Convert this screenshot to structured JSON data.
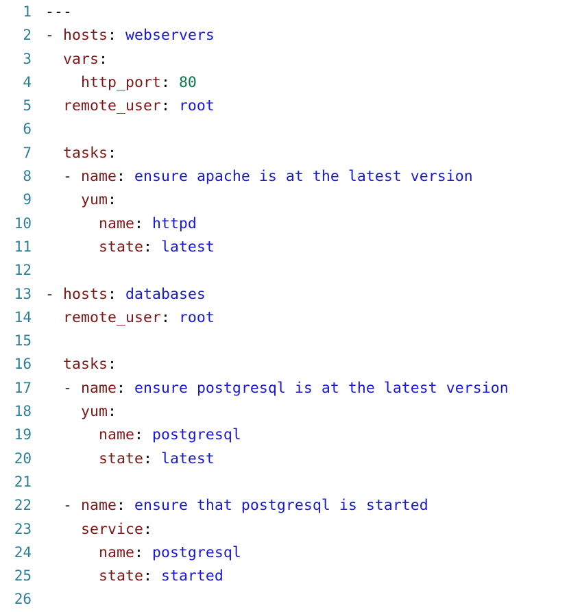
{
  "editor": {
    "language": "yaml",
    "background_color": "#ffffff",
    "gutter_color": "#2d7f94",
    "total_lines": 26
  },
  "colors": {
    "key": "#7f1717",
    "string": "#1818d8",
    "number": "#0a7a4a",
    "punctuation": "#000000",
    "line_number": "#2d7f94",
    "background": "#ffffff"
  },
  "lines": [
    {
      "n": "1",
      "indent": "",
      "tokens": [
        {
          "t": "---",
          "c": "tok-punct"
        }
      ]
    },
    {
      "n": "2",
      "indent": "",
      "tokens": [
        {
          "t": "- ",
          "c": "tok-dash"
        },
        {
          "t": "hosts",
          "c": "tok-key"
        },
        {
          "t": ": ",
          "c": "tok-punct"
        },
        {
          "t": "webservers",
          "c": "tok-string"
        }
      ]
    },
    {
      "n": "3",
      "indent": "  ",
      "tokens": [
        {
          "t": "vars",
          "c": "tok-key"
        },
        {
          "t": ":",
          "c": "tok-punct"
        }
      ]
    },
    {
      "n": "4",
      "indent": "    ",
      "tokens": [
        {
          "t": "http_port",
          "c": "tok-key"
        },
        {
          "t": ": ",
          "c": "tok-punct"
        },
        {
          "t": "80",
          "c": "tok-number"
        }
      ]
    },
    {
      "n": "5",
      "indent": "  ",
      "tokens": [
        {
          "t": "remote_user",
          "c": "tok-key"
        },
        {
          "t": ": ",
          "c": "tok-punct"
        },
        {
          "t": "root",
          "c": "tok-string"
        }
      ]
    },
    {
      "n": "6",
      "indent": "",
      "tokens": []
    },
    {
      "n": "7",
      "indent": "  ",
      "tokens": [
        {
          "t": "tasks",
          "c": "tok-key"
        },
        {
          "t": ":",
          "c": "tok-punct"
        }
      ]
    },
    {
      "n": "8",
      "indent": "  ",
      "tokens": [
        {
          "t": "- ",
          "c": "tok-dash"
        },
        {
          "t": "name",
          "c": "tok-key"
        },
        {
          "t": ": ",
          "c": "tok-punct"
        },
        {
          "t": "ensure apache is at the latest version",
          "c": "tok-string"
        }
      ]
    },
    {
      "n": "9",
      "indent": "    ",
      "tokens": [
        {
          "t": "yum",
          "c": "tok-key"
        },
        {
          "t": ":",
          "c": "tok-punct"
        }
      ]
    },
    {
      "n": "10",
      "indent": "      ",
      "tokens": [
        {
          "t": "name",
          "c": "tok-key"
        },
        {
          "t": ": ",
          "c": "tok-punct"
        },
        {
          "t": "httpd",
          "c": "tok-string"
        }
      ]
    },
    {
      "n": "11",
      "indent": "      ",
      "tokens": [
        {
          "t": "state",
          "c": "tok-key"
        },
        {
          "t": ": ",
          "c": "tok-punct"
        },
        {
          "t": "latest",
          "c": "tok-string"
        }
      ]
    },
    {
      "n": "12",
      "indent": "",
      "tokens": []
    },
    {
      "n": "13",
      "indent": "",
      "tokens": [
        {
          "t": "- ",
          "c": "tok-dash"
        },
        {
          "t": "hosts",
          "c": "tok-key"
        },
        {
          "t": ": ",
          "c": "tok-punct"
        },
        {
          "t": "databases",
          "c": "tok-string"
        }
      ]
    },
    {
      "n": "14",
      "indent": "  ",
      "tokens": [
        {
          "t": "remote_user",
          "c": "tok-key"
        },
        {
          "t": ": ",
          "c": "tok-punct"
        },
        {
          "t": "root",
          "c": "tok-string"
        }
      ]
    },
    {
      "n": "15",
      "indent": "",
      "tokens": []
    },
    {
      "n": "16",
      "indent": "  ",
      "tokens": [
        {
          "t": "tasks",
          "c": "tok-key"
        },
        {
          "t": ":",
          "c": "tok-punct"
        }
      ]
    },
    {
      "n": "17",
      "indent": "  ",
      "tokens": [
        {
          "t": "- ",
          "c": "tok-dash"
        },
        {
          "t": "name",
          "c": "tok-key"
        },
        {
          "t": ": ",
          "c": "tok-punct"
        },
        {
          "t": "ensure postgresql is at the latest version",
          "c": "tok-string"
        }
      ]
    },
    {
      "n": "18",
      "indent": "    ",
      "tokens": [
        {
          "t": "yum",
          "c": "tok-key"
        },
        {
          "t": ":",
          "c": "tok-punct"
        }
      ]
    },
    {
      "n": "19",
      "indent": "      ",
      "tokens": [
        {
          "t": "name",
          "c": "tok-key"
        },
        {
          "t": ": ",
          "c": "tok-punct"
        },
        {
          "t": "postgresql",
          "c": "tok-string"
        }
      ]
    },
    {
      "n": "20",
      "indent": "      ",
      "tokens": [
        {
          "t": "state",
          "c": "tok-key"
        },
        {
          "t": ": ",
          "c": "tok-punct"
        },
        {
          "t": "latest",
          "c": "tok-string"
        }
      ]
    },
    {
      "n": "21",
      "indent": "",
      "tokens": []
    },
    {
      "n": "22",
      "indent": "  ",
      "tokens": [
        {
          "t": "- ",
          "c": "tok-dash"
        },
        {
          "t": "name",
          "c": "tok-key"
        },
        {
          "t": ": ",
          "c": "tok-punct"
        },
        {
          "t": "ensure that postgresql is started",
          "c": "tok-string"
        }
      ]
    },
    {
      "n": "23",
      "indent": "    ",
      "tokens": [
        {
          "t": "service",
          "c": "tok-key"
        },
        {
          "t": ":",
          "c": "tok-punct"
        }
      ]
    },
    {
      "n": "24",
      "indent": "      ",
      "tokens": [
        {
          "t": "name",
          "c": "tok-key"
        },
        {
          "t": ": ",
          "c": "tok-punct"
        },
        {
          "t": "postgresql",
          "c": "tok-string"
        }
      ]
    },
    {
      "n": "25",
      "indent": "      ",
      "tokens": [
        {
          "t": "state",
          "c": "tok-key"
        },
        {
          "t": ": ",
          "c": "tok-punct"
        },
        {
          "t": "started",
          "c": "tok-string"
        }
      ]
    },
    {
      "n": "26",
      "indent": "",
      "tokens": []
    }
  ]
}
